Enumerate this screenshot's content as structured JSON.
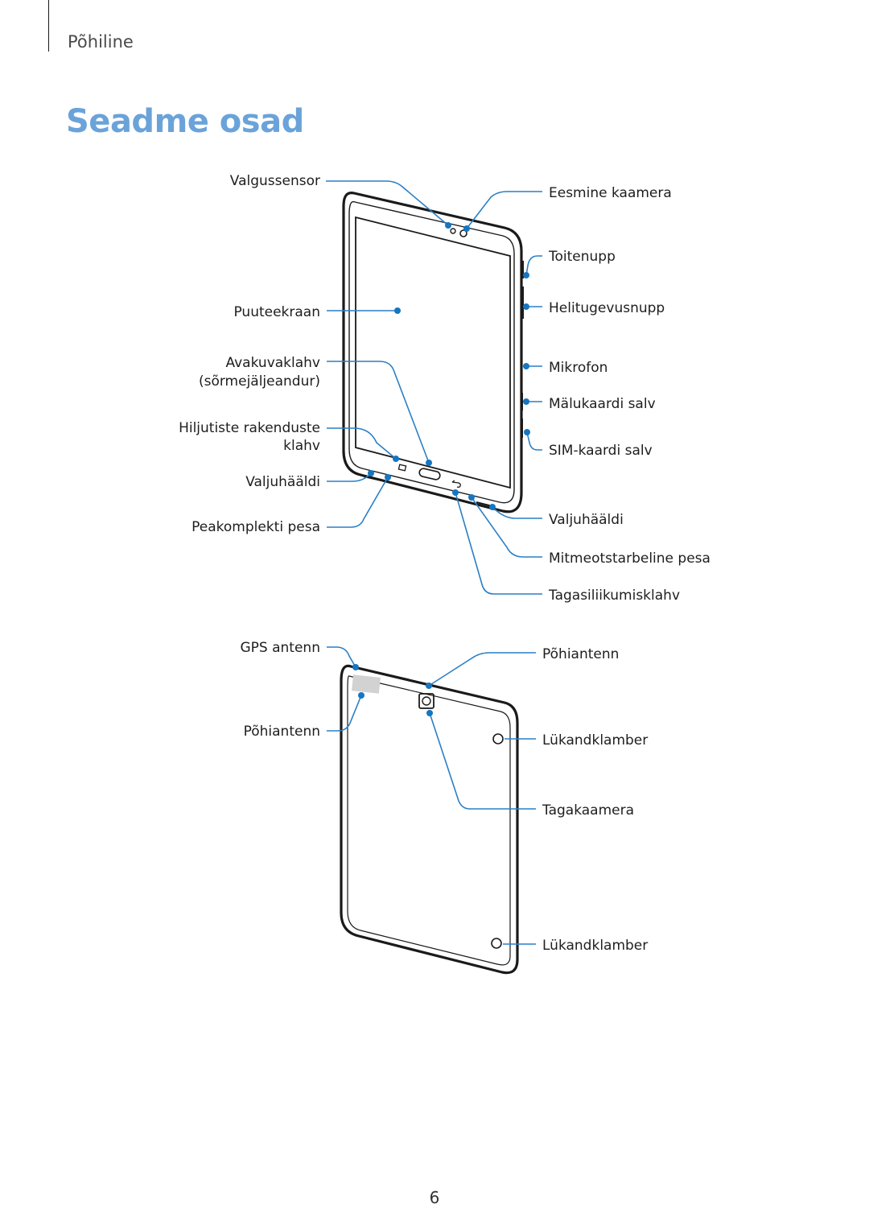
{
  "header": {
    "section": "Põhiline"
  },
  "title": "Seadme osad",
  "front_labels": {
    "light_sensor": "Valgussensor",
    "front_camera": "Eesmine kaamera",
    "power_key": "Toitenupp",
    "touchscreen": "Puuteekraan",
    "volume_key": "Helitugevusnupp",
    "home_key_line1": "Avakuvaklahv",
    "home_key_line2": "(sõrmejäljeandur)",
    "microphone": "Mikrofon",
    "memory_card_tray": "Mälukaardi salv",
    "recent_apps_line1": "Hiljutiste rakenduste",
    "recent_apps_line2": "klahv",
    "sim_tray": "SIM-kaardi salv",
    "speaker_left": "Valjuhääldi",
    "speaker_right": "Valjuhääldi",
    "headset_jack": "Peakomplekti pesa",
    "multipurpose_jack": "Mitmeotstarbeline pesa",
    "back_key": "Tagasiliikumisklahv"
  },
  "back_labels": {
    "gps_antenna": "GPS antenn",
    "main_antenna_top": "Põhiantenn",
    "main_antenna_left": "Põhiantenn",
    "hook_top": "Lükandklamber",
    "rear_camera": "Tagakaamera",
    "hook_bottom": "Lükandklamber"
  },
  "colors": {
    "title": "#6aa3d9",
    "callout": "#1576c2"
  },
  "footer": {
    "page_number": "6"
  }
}
